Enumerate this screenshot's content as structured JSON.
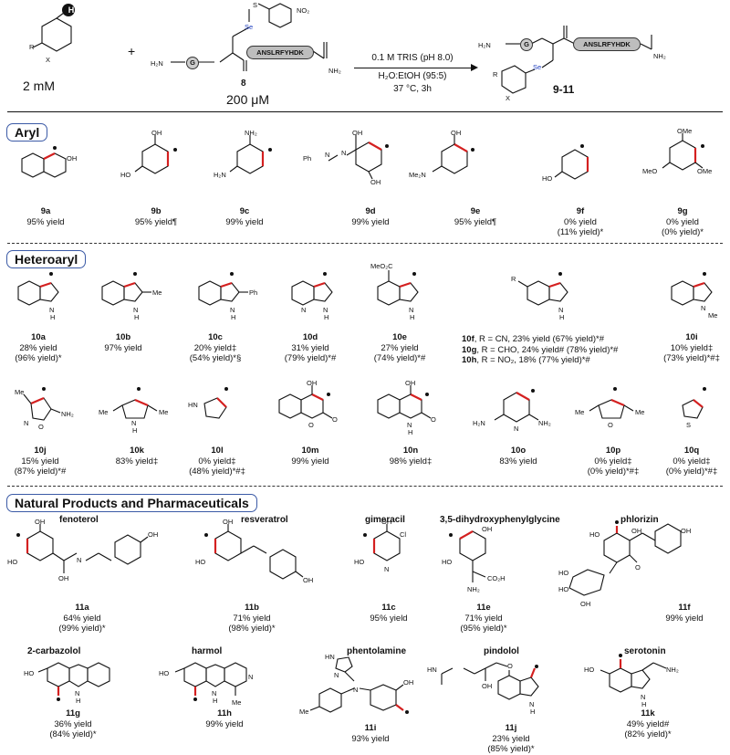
{
  "scheme": {
    "reagent_label": "2  mM",
    "plus1": "+",
    "reagent_R": "R",
    "reagent_X": "X",
    "reagent_H": "H",
    "peptide_label": "200 μM",
    "peptide_compound": "8",
    "peptide_seq": "ANSLRFYHDK",
    "peptide_G": "G",
    "peptide_H2N": "H₂N",
    "peptide_NH2": "NH₂",
    "peptide_NO2": "NO₂",
    "peptide_Se": "Se",
    "peptide_S": "S",
    "conditions_1": "0.1 M TRIS (pH 8.0)",
    "conditions_2": "H₂O:EtOH  (95:5)",
    "conditions_3": "37 °C, 3h",
    "product_label": "9-11",
    "product_seq": "ANSLRFYHDK"
  },
  "sections": {
    "aryl": "Aryl",
    "heteroaryl": "Heteroaryl",
    "natural": "Natural Products and Pharmaceuticals"
  },
  "aryl": [
    {
      "id": "9a",
      "l1": "95% yield",
      "l2": ""
    },
    {
      "id": "9b",
      "l1": "95% yield¶",
      "l2": ""
    },
    {
      "id": "9c",
      "l1": "99% yield",
      "l2": ""
    },
    {
      "id": "9d",
      "l1": "99% yield",
      "l2": ""
    },
    {
      "id": "9e",
      "l1": "95% yield¶",
      "l2": ""
    },
    {
      "id": "9f",
      "l1": "0% yield",
      "l2": "(11% yield)*"
    },
    {
      "id": "9g",
      "l1": "0% yield",
      "l2": "(0% yield)*"
    }
  ],
  "hetero_row1": [
    {
      "id": "10a",
      "l1": "28% yield",
      "l2": "(96% yield)*"
    },
    {
      "id": "10b",
      "l1": "97% yield",
      "l2": ""
    },
    {
      "id": "10c",
      "l1": "20% yield‡",
      "l2": "(54% yield)*§"
    },
    {
      "id": "10d",
      "l1": "31% yield",
      "l2": "(79% yield)*#"
    },
    {
      "id": "10e",
      "l1": "27% yield",
      "l2": "(74% yield)*#"
    },
    {
      "id": "10i",
      "l1": "10% yield‡",
      "l2": "(73% yield)*#‡"
    }
  ],
  "hetero_10fgh": [
    {
      "id": "10f",
      "text": ", R = CN, 23% yield (67% yield)*#"
    },
    {
      "id": "10g",
      "text": ", R = CHO, 24% yield# (78% yield)*#"
    },
    {
      "id": "10h",
      "text": ", R = NO₂, 18% (77% yield)*#"
    }
  ],
  "hetero_row2": [
    {
      "id": "10j",
      "l1": "15% yield",
      "l2": "(87% yield)*#"
    },
    {
      "id": "10k",
      "l1": "83% yield‡",
      "l2": ""
    },
    {
      "id": "10l",
      "l1": "0% yield‡",
      "l2": "(48% yield)*#‡"
    },
    {
      "id": "10m",
      "l1": "99% yield",
      "l2": ""
    },
    {
      "id": "10n",
      "l1": "98% yield‡",
      "l2": ""
    },
    {
      "id": "10o",
      "l1": "83% yield",
      "l2": ""
    },
    {
      "id": "10p",
      "l1": "0% yield‡",
      "l2": "(0% yield)*#‡"
    },
    {
      "id": "10q",
      "l1": "0% yield‡",
      "l2": "(0% yield)*#‡"
    }
  ],
  "natural_row1": [
    {
      "name": "fenoterol",
      "id": "11a",
      "l1": "64% yield",
      "l2": "(99% yield)*"
    },
    {
      "name": "resveratrol",
      "id": "11b",
      "l1": "71% yield",
      "l2": "(98% yield)*"
    },
    {
      "name": "gimeracil",
      "id": "11c",
      "l1": "95% yield",
      "l2": ""
    },
    {
      "name": "3,5-dihydroxyphenylglycine",
      "id": "11e",
      "l1": "71% yield",
      "l2": "(95% yield)*"
    },
    {
      "name": "phlorizin",
      "id": "11f",
      "l1": "99% yield",
      "l2": ""
    }
  ],
  "natural_row2": [
    {
      "name": "2-carbazolol",
      "id": "11g",
      "l1": "36% yield",
      "l2": "(84% yield)*"
    },
    {
      "name": "harmol",
      "id": "11h",
      "l1": "99% yield",
      "l2": ""
    },
    {
      "name": "phentolamine",
      "id": "11i",
      "l1": "93% yield",
      "l2": ""
    },
    {
      "name": "pindolol",
      "id": "11j",
      "l1": "23% yield",
      "l2": "(85% yield)*"
    },
    {
      "name": "serotonin",
      "id": "11k",
      "l1": "49% yield#",
      "l2": "(82% yield)*"
    }
  ],
  "atoms": {
    "OH": "OH",
    "NH2": "NH₂",
    "H2N": "H₂N",
    "Me2N": "Me₂N",
    "Ph": "Ph",
    "N": "N",
    "NH": "N\nH",
    "Me": "Me",
    "OMe": "OMe",
    "MeO": "MeO",
    "MeO2C": "MeO₂C",
    "R": "R",
    "H": "H",
    "O": "O",
    "Cl": "Cl",
    "CO2H": "CO₂H",
    "HO": "HO"
  }
}
